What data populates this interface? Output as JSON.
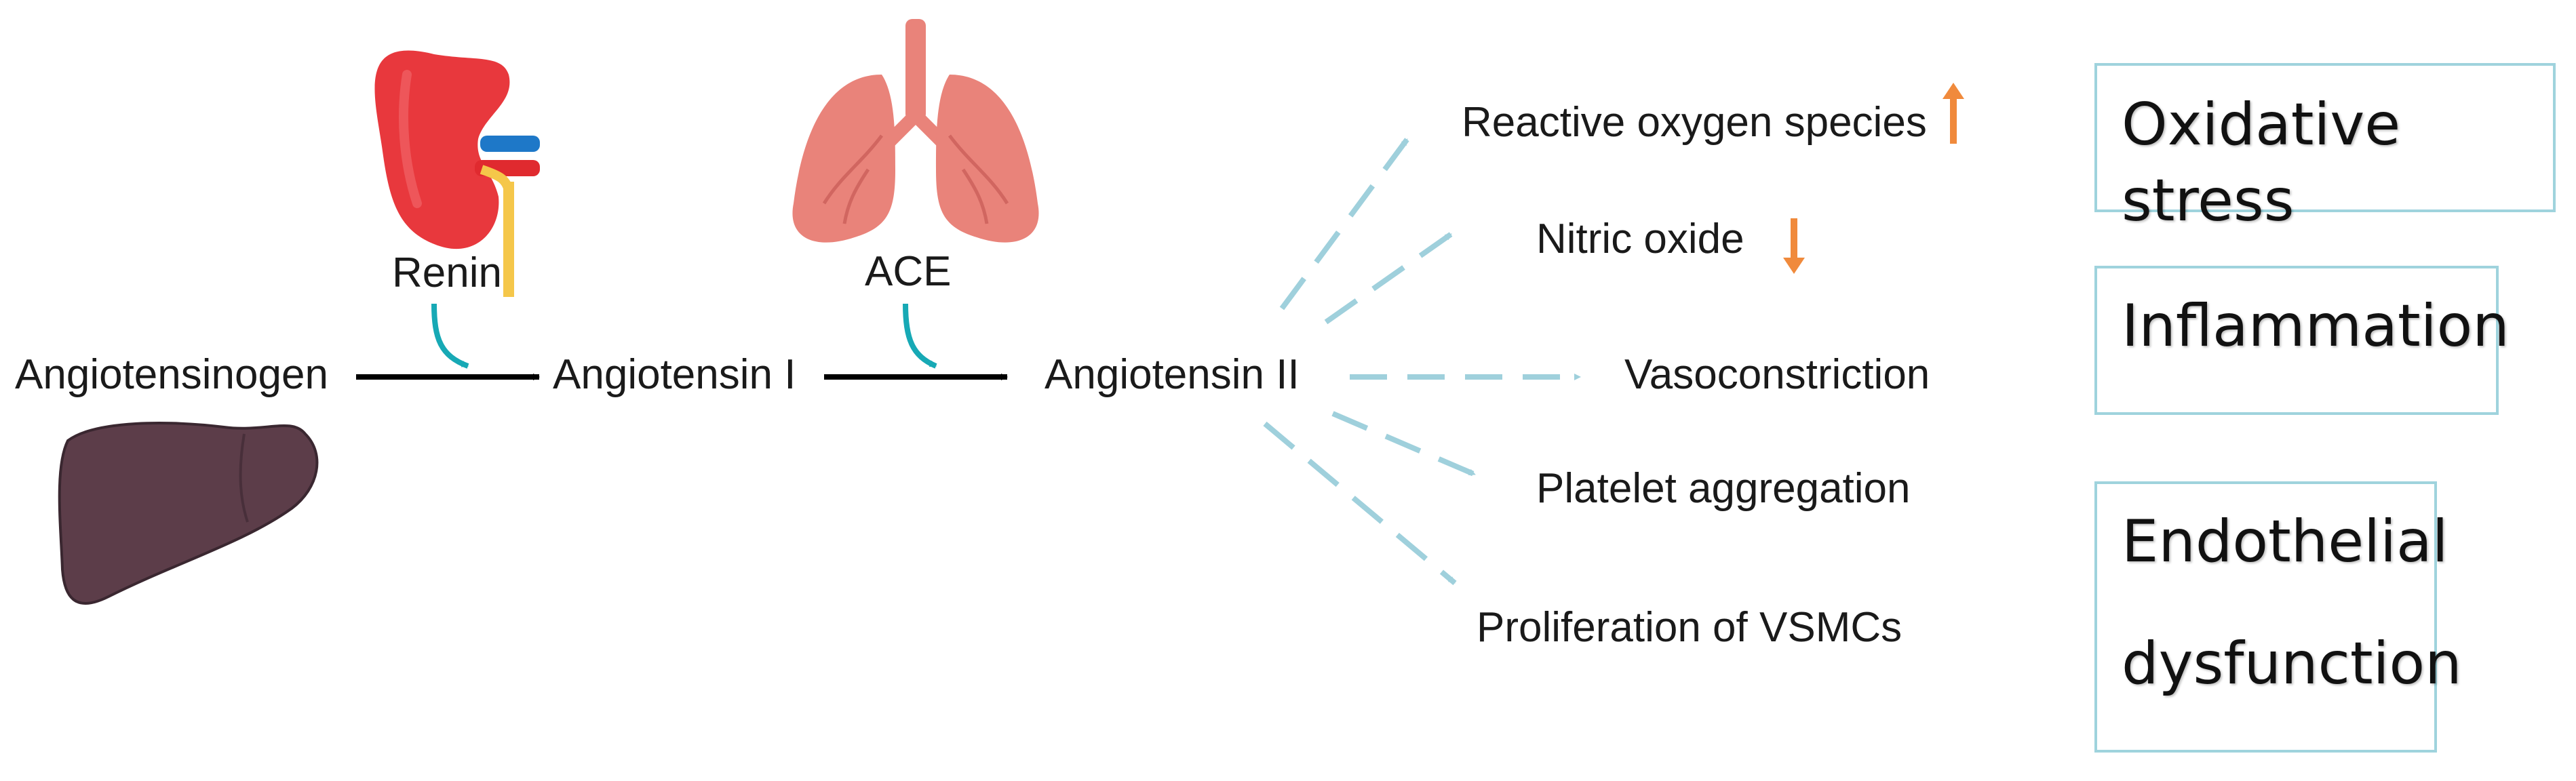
{
  "pathway": {
    "angiotensinogen": "Angiotensinogen",
    "angiotensin_i": "Angiotensin I",
    "angiotensin_ii": "Angiotensin II",
    "renin": "Renin",
    "ace": "ACE"
  },
  "effects": {
    "ros": "Reactive oxygen species",
    "no": "Nitric oxide",
    "vasoconstriction": "Vasoconstriction",
    "platelet": "Platelet aggregation",
    "vsmc": "Proliferation of VSMCs"
  },
  "outcomes": {
    "oxidative": "Oxidative stress",
    "inflammation": "Inflammation",
    "endothelial_1": "Endothelial",
    "endothelial_2": "dysfunction"
  },
  "colors": {
    "dashed_arrow": "#9fd0dc",
    "teal_arrow": "#17a9b5",
    "up_down_arrow": "#f08a3c",
    "box_border": "#9fd3dd",
    "liver": "#5c3d49",
    "kidney": "#e8383d",
    "lung": "#e9837a"
  },
  "icons": [
    "kidney-icon",
    "lung-icon",
    "liver-icon",
    "arrow-up-icon",
    "arrow-down-icon"
  ]
}
